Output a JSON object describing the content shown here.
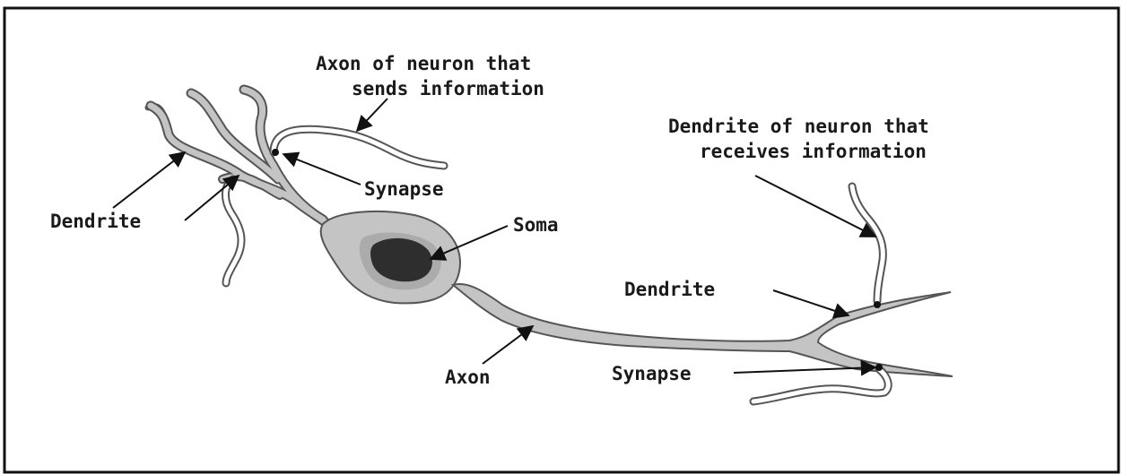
{
  "labels": {
    "axon_sender_line1": "Axon of neuron that",
    "axon_sender_line2": "sends information",
    "dendrite_receiver_line1": "Dendrite of neuron that",
    "dendrite_receiver_line2": "receives information",
    "synapse_top": "Synapse",
    "dendrite_left": "Dendrite",
    "soma": "Soma",
    "dendrite_right": "Dendrite",
    "axon": "Axon",
    "synapse_bottom": "Synapse"
  },
  "colors": {
    "neuron_fill": "#c4c4c4",
    "neuron_outline": "#555555",
    "nucleus": "#2e2e2e",
    "soma_ring": "#ababab",
    "border": "#111111",
    "text": "#1a1a1a"
  }
}
